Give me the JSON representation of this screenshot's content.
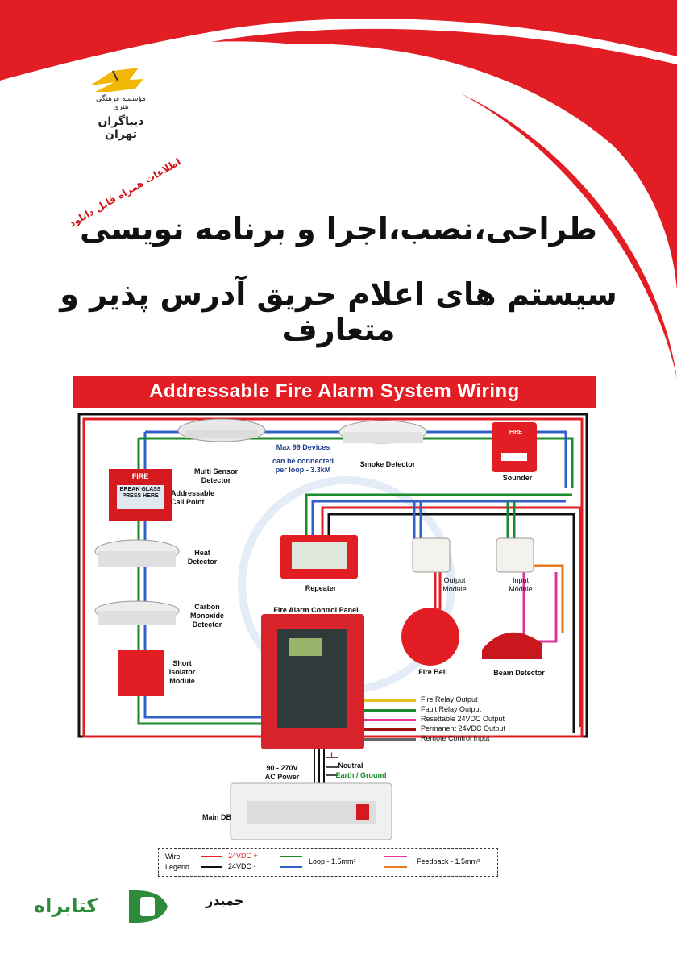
{
  "publisher": {
    "name": "مؤسسه فرهنگی هنری",
    "city": "دیباگران تهران"
  },
  "badge": "اطلاعات همراه قابل دانلود",
  "title": {
    "line1": "طراحی،نصب،اجرا و برنامه نویسی",
    "line2": "سیستم های اعلام حریق آدرس پذیر و متعارف"
  },
  "diagram": {
    "banner": "Addressable Fire Alarm System Wiring",
    "devices": {
      "multi_sensor": "Multi Sensor\nDetector",
      "max_devices_1": "Max 99 Devices",
      "max_devices_2": "can be connected",
      "max_devices_3": "per loop - 3.3kM",
      "smoke": "Smoke Detector",
      "sounder": "Sounder",
      "call_point": "Addressable\nCall Point",
      "heat": "Heat\nDetector",
      "repeater": "Repeater",
      "output_module": "Output\nModule",
      "input_module": "Input\nModule",
      "carbon": "Carbon\nMonoxide\nDetector",
      "panel": "Fire Alarm Control Panel",
      "isolator": "Short\nIsolator\nModule",
      "fire_bell": "Fire Bell",
      "beam": "Beam Detector",
      "power": "90 - 270V\nAC Power",
      "main_db": "Main DB",
      "line_l": "L",
      "neutral": "Neutral",
      "earth": "Earth / Ground",
      "fire_text": "FIRE",
      "break_glass": "BREAK GLASS\nPRESS HERE"
    },
    "outputs": [
      {
        "label": "Fire Relay Output",
        "color": "#e8c020"
      },
      {
        "label": "Fault Relay Output",
        "color": "#1a8a2a"
      },
      {
        "label": "Resettable 24VDC Output",
        "color": "#e0309a"
      },
      {
        "label": "Permanent 24VDC Output",
        "color": "#a01010"
      },
      {
        "label": "Remote Control Input",
        "color": "#666666"
      }
    ],
    "legend": {
      "wire": "Wire",
      "legend_word": "Legend",
      "plus": "24VDC +",
      "minus": "24VDC -",
      "loop": "Loop - 1.5mm²",
      "feedback": "Feedback - 1.5mm²"
    }
  },
  "author": "حمیدر",
  "store": "کتابراه",
  "colors": {
    "brand_red": "#e31d24",
    "store_green": "#2e8b3a",
    "publisher_yellow": "#f2b705"
  }
}
